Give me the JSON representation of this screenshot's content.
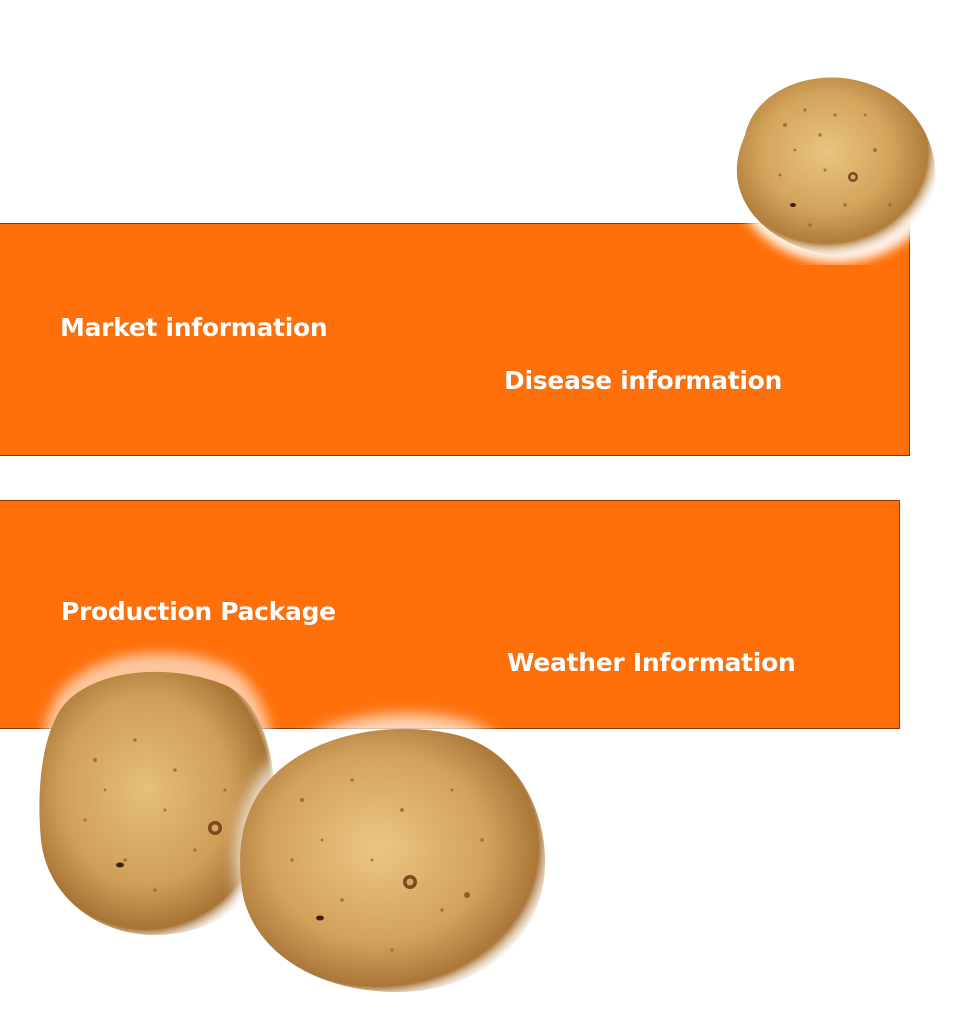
{
  "links": {
    "market": "Market information",
    "disease": "Disease information",
    "production": "Production Package",
    "weather": "Weather Information"
  },
  "colors": {
    "banner": "#ff700a",
    "banner_border": "#8a3a00",
    "text": "#ffffff",
    "potato_skin": "#c99a52"
  },
  "images": [
    "potato-image",
    "potato-image",
    "potato-image"
  ]
}
